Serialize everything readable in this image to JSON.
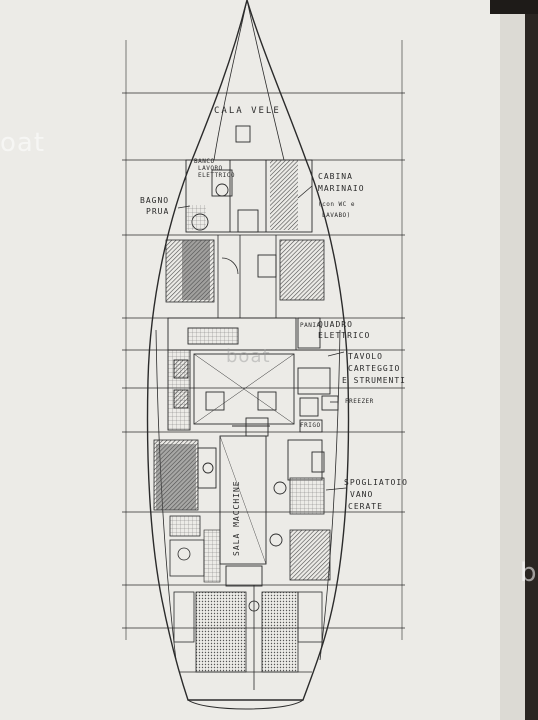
{
  "labels": {
    "cala_vele": "CALA VELE",
    "banco_lavoro_l1": "BANCO",
    "banco_lavoro_l2": "LAVORO",
    "banco_lavoro_l3": "ELETTRICO",
    "bagno_prua_l1": "BAGNO",
    "bagno_prua_l2": "PRUA",
    "cabina_l1": "CABINA",
    "cabina_l2": "MARINAIO",
    "cabina_l3": "(con WC e",
    "cabina_l4": "LAVABO)",
    "pania": "PANIA",
    "quadro_l1": "QUADRO",
    "quadro_l2": "ELETTRICO",
    "tavolo_l1": "TAVOLO",
    "tavolo_l2": "CARTEGGIO",
    "tavolo_l3": "E STRUMENTI",
    "freezer": "FREEZER",
    "frigo": "FRIGO",
    "sala_macchine": "SALA MACCHINE",
    "spogliatoio_l1": "SPOGLIATOIO",
    "spogliatoio_l2": "VANO",
    "spogliatoio_l3": "CERATE"
  },
  "watermarks": {
    "left": "oat",
    "center": "boat",
    "right": "b"
  },
  "colors": {
    "paper": "#efeeea",
    "ink": "#2b2b2b",
    "hatch": "#555555",
    "background": "#2a2622"
  }
}
